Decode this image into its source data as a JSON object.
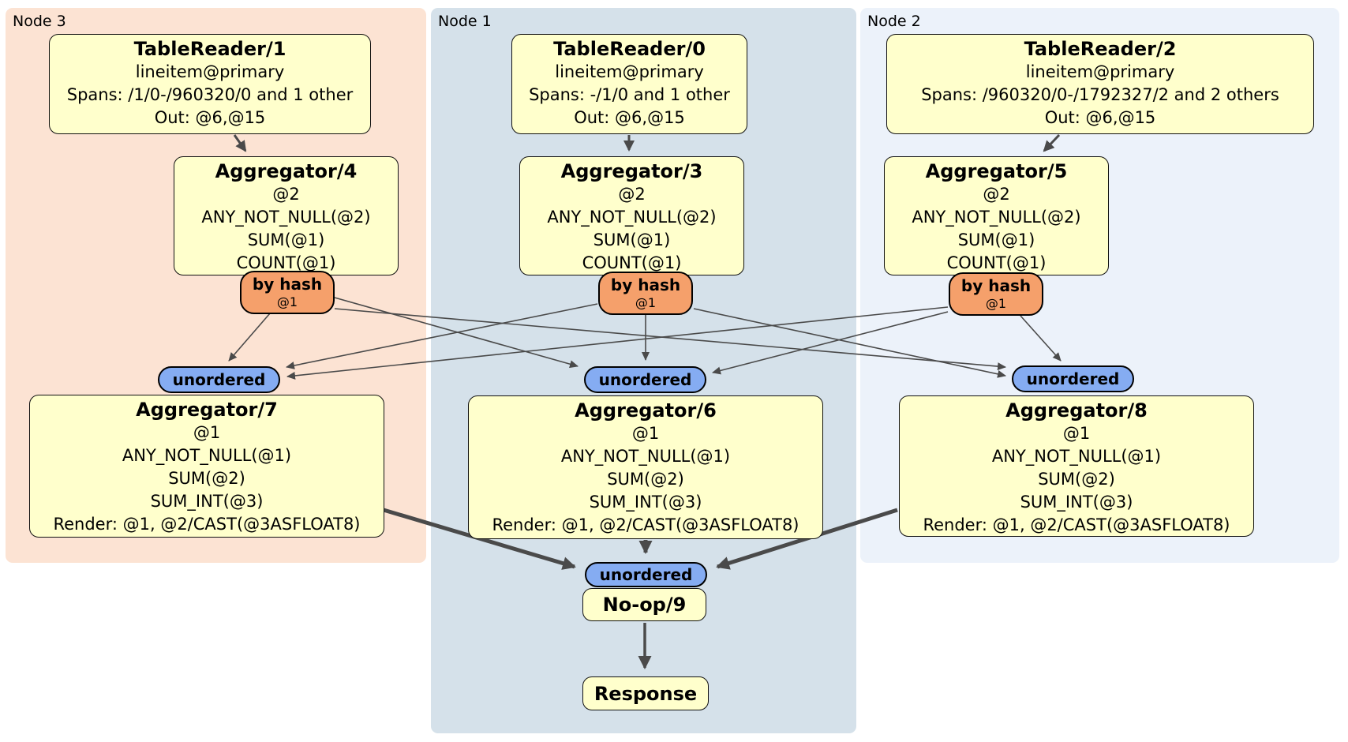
{
  "colors": {
    "canvas-bg": "#ffffff",
    "node3-bg": "#fce3d3",
    "node1-bg": "#d5e1ea",
    "node2-bg": "#ecf2fa",
    "box-bg": "#ffffcc",
    "box-border": "#111111",
    "router-bg": "#f5a06b",
    "stream-bg": "#85acf2",
    "edge": "#4a4a4a",
    "text": "#000000"
  },
  "regions": {
    "node3": {
      "label": "Node 3"
    },
    "node1": {
      "label": "Node 1"
    },
    "node2": {
      "label": "Node 2"
    }
  },
  "processors": {
    "tablereader1": {
      "title": "TableReader/1",
      "lines": [
        "lineitem@primary",
        "Spans: /1/0-/960320/0 and 1 other",
        "Out: @6,@15"
      ]
    },
    "tablereader0": {
      "title": "TableReader/0",
      "lines": [
        "lineitem@primary",
        "Spans: -/1/0 and 1 other",
        "Out: @6,@15"
      ]
    },
    "tablereader2": {
      "title": "TableReader/2",
      "lines": [
        "lineitem@primary",
        "Spans: /960320/0-/1792327/2 and 2 others",
        "Out: @6,@15"
      ]
    },
    "aggregator4": {
      "title": "Aggregator/4",
      "lines": [
        "@2",
        "ANY_NOT_NULL(@2)",
        "SUM(@1)",
        "COUNT(@1)"
      ]
    },
    "aggregator3": {
      "title": "Aggregator/3",
      "lines": [
        "@2",
        "ANY_NOT_NULL(@2)",
        "SUM(@1)",
        "COUNT(@1)"
      ]
    },
    "aggregator5": {
      "title": "Aggregator/5",
      "lines": [
        "@2",
        "ANY_NOT_NULL(@2)",
        "SUM(@1)",
        "COUNT(@1)"
      ]
    },
    "aggregator7": {
      "title": "Aggregator/7",
      "lines": [
        "@1",
        "ANY_NOT_NULL(@1)",
        "SUM(@2)",
        "SUM_INT(@3)",
        "Render: @1, @2/CAST(@3ASFLOAT8)"
      ]
    },
    "aggregator6": {
      "title": "Aggregator/6",
      "lines": [
        "@1",
        "ANY_NOT_NULL(@1)",
        "SUM(@2)",
        "SUM_INT(@3)",
        "Render: @1, @2/CAST(@3ASFLOAT8)"
      ]
    },
    "aggregator8": {
      "title": "Aggregator/8",
      "lines": [
        "@1",
        "ANY_NOT_NULL(@1)",
        "SUM(@2)",
        "SUM_INT(@3)",
        "Render: @1, @2/CAST(@3ASFLOAT8)"
      ]
    },
    "noop9": {
      "title": "No-op/9"
    },
    "response": {
      "title": "Response"
    }
  },
  "routers": {
    "byhash4": {
      "label": "by hash",
      "detail": "@1"
    },
    "byhash3": {
      "label": "by hash",
      "detail": "@1"
    },
    "byhash5": {
      "label": "by hash",
      "detail": "@1"
    }
  },
  "streams": {
    "unordered7": {
      "label": "unordered"
    },
    "unordered6": {
      "label": "unordered"
    },
    "unordered8": {
      "label": "unordered"
    },
    "unordered9": {
      "label": "unordered"
    }
  }
}
